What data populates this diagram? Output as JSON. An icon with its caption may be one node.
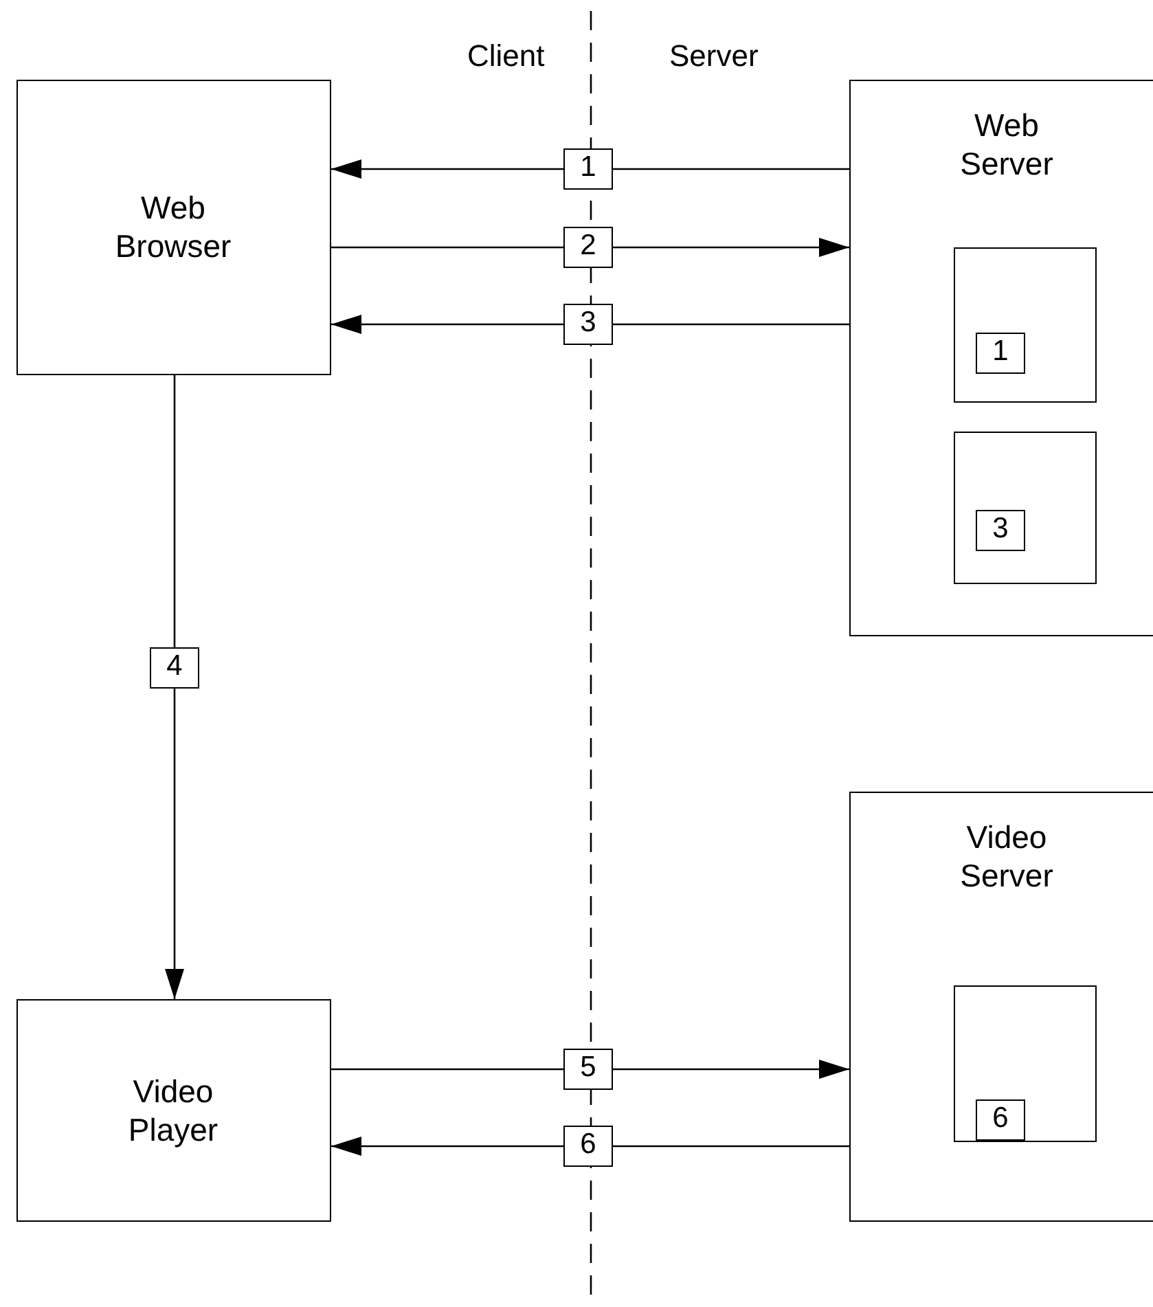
{
  "diagram": {
    "nodes": [
      {
        "text": [
          "Web Browser"
        ]
      },
      {
        "text": [
          "Web Server"
        ]
      },
      {
        "text": [],
        "shape": "box",
        "in": 1
      },
      {
        "text": [
          "1"
        ],
        "in": 2
      },
      {
        "text": [],
        "shape": "box",
        "in": 1
      },
      {
        "text": [
          "3"
        ],
        "in": 4
      },
      {
        "text": [
          "Video Player"
        ]
      },
      {
        "text": [
          "Video Server"
        ]
      },
      {
        "text": [],
        "shape": "box",
        "in": 7
      },
      {
        "text": [
          "6"
        ],
        "in": 8
      },
      {
        "text": [
          "1"
        ]
      },
      {
        "text": [
          "2"
        ]
      },
      {
        "text": [
          "3"
        ]
      },
      {
        "text": [
          "4"
        ]
      },
      {
        "text": [
          "5"
        ]
      },
      {
        "text": [
          "6"
        ]
      }
    ],
    "edges": [
      {
        "from": 1,
        "to": 10,
        "arrow": "none"
      },
      {
        "from": 10,
        "to": 0,
        "arrow": "to"
      },
      {
        "from": 0,
        "to": 11,
        "arrow": "none"
      },
      {
        "from": 11,
        "to": 1,
        "arrow": "to"
      },
      {
        "from": 1,
        "to": 12,
        "arrow": "none"
      },
      {
        "from": 12,
        "to": 0,
        "arrow": "to"
      },
      {
        "from": 0,
        "to": 13,
        "arrow": "none"
      },
      {
        "from": 13,
        "to": 6,
        "arrow": "to"
      },
      {
        "from": 6,
        "to": 14,
        "arrow": "none"
      },
      {
        "from": 14,
        "to": 7,
        "arrow": "to"
      },
      {
        "from": 7,
        "to": 15,
        "arrow": "none"
      },
      {
        "from": 15,
        "to": 6,
        "arrow": "to"
      }
    ],
    "labels": [
      "Client",
      "Server"
    ]
  }
}
